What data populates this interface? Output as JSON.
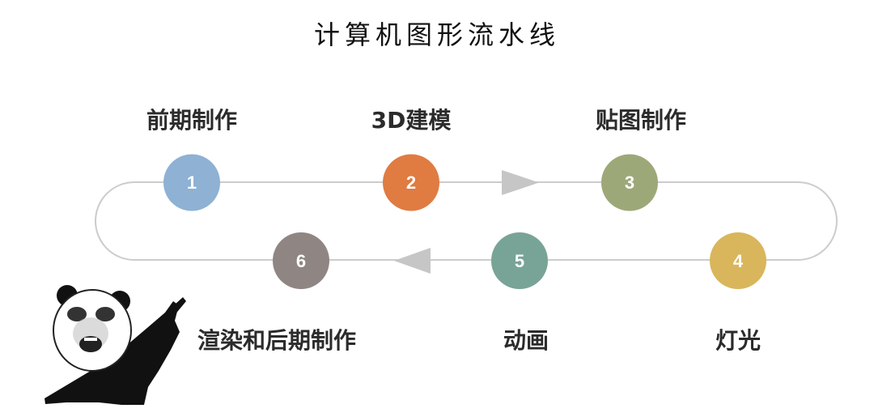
{
  "title": "计算机图形流水线",
  "steps": [
    {
      "number": "1",
      "label": "前期制作",
      "color": "#8eb1d4"
    },
    {
      "number": "2",
      "label": "3D建模",
      "color": "#e07b42"
    },
    {
      "number": "3",
      "label": "贴图制作",
      "color": "#9da879"
    },
    {
      "number": "4",
      "label": "灯光",
      "color": "#d9b65c"
    },
    {
      "number": "5",
      "label": "动画",
      "color": "#78a497"
    },
    {
      "number": "6",
      "label": "渲染和后期制作",
      "color": "#8f8684"
    }
  ],
  "colors": {
    "track": "#cccccc",
    "arrow": "#c6c6c6",
    "text": "#2b2b2b"
  },
  "decoration": {
    "sticker": "panda-meme-pointing"
  }
}
